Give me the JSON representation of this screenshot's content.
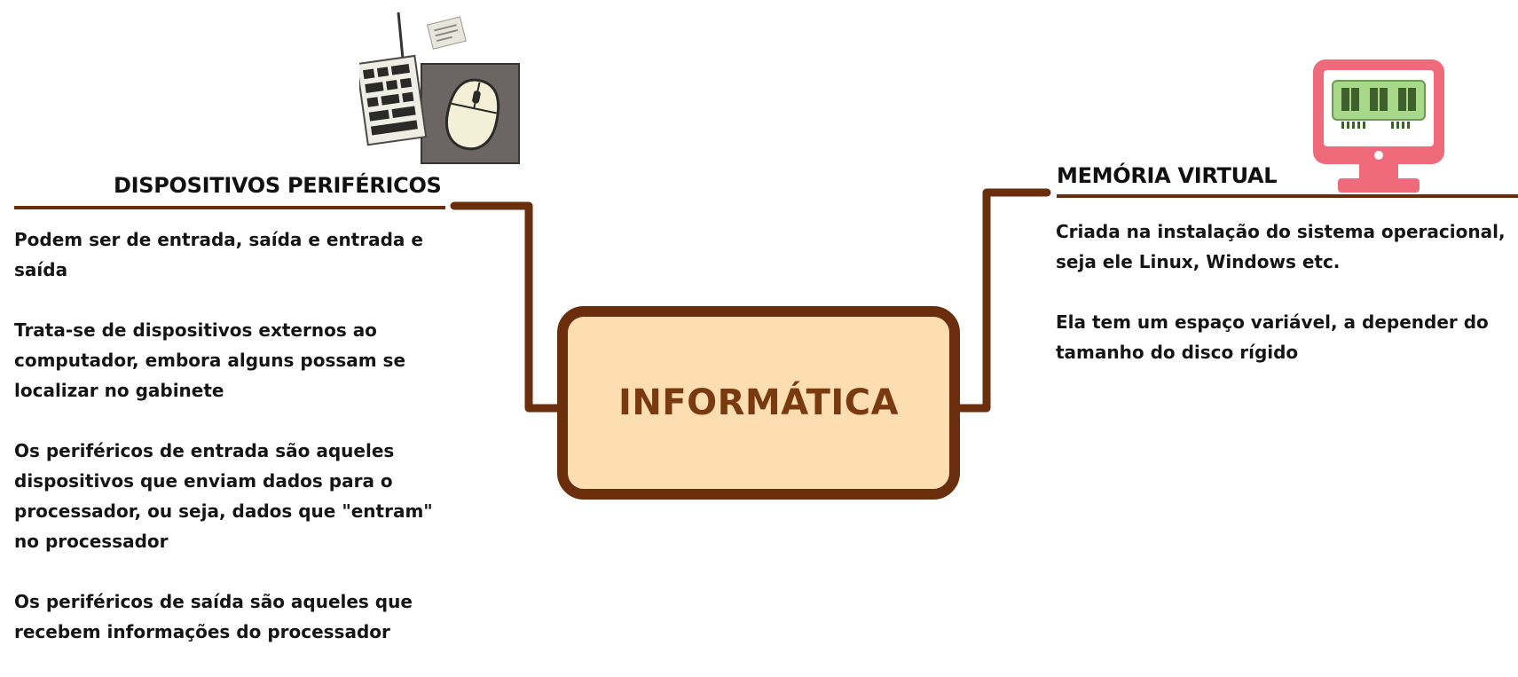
{
  "central": {
    "title": "INFORMÁTICA"
  },
  "left_topic": {
    "title": "DISPOSITIVOS PERIFÉRICOS",
    "icon": "keyboard-mouse-icon",
    "paragraphs": [
      "Podem ser de entrada, saída e entrada e saída",
      "Trata-se de dispositivos externos ao computador, embora alguns possam se localizar no gabinete",
      "Os periféricos de entrada são aqueles dispositivos que enviam dados para o processador, ou seja, dados que \"entram\" no processador",
      "Os periféricos de saída são aqueles que recebem informações do processador"
    ]
  },
  "right_topic": {
    "title": "MEMÓRIA VIRTUAL",
    "icon": "monitor-memory-icon",
    "paragraphs": [
      "Criada na instalação do sistema operacional, seja ele Linux, Windows etc.",
      "Ela tem um espaço variável, a depender do tamanho do disco rígido"
    ]
  },
  "colors": {
    "connector": "#6a2e0c",
    "central_fill": "#fddeb3",
    "central_text": "#7a3a10",
    "monitor": "#ef6b7c",
    "memory_chip": "#a8d98a"
  }
}
